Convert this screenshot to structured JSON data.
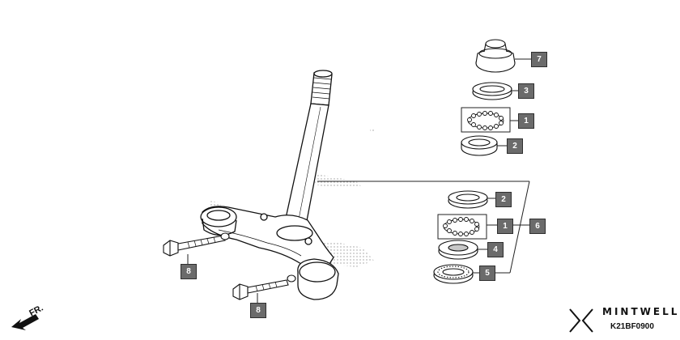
{
  "diagram": {
    "direction_label": "FR.",
    "brand": {
      "name": "MINTWELL",
      "logo_icon": "mintwell-logo-icon"
    },
    "diagram_code": "K21BF0900",
    "callouts": {
      "c7": "7",
      "c3": "3",
      "c1_upper": "1",
      "c2_upper": "2",
      "c2_lower": "2",
      "c1_lower": "1",
      "c6": "6",
      "c4": "4",
      "c5": "5",
      "c8_left": "8",
      "c8_bottom": "8"
    }
  }
}
